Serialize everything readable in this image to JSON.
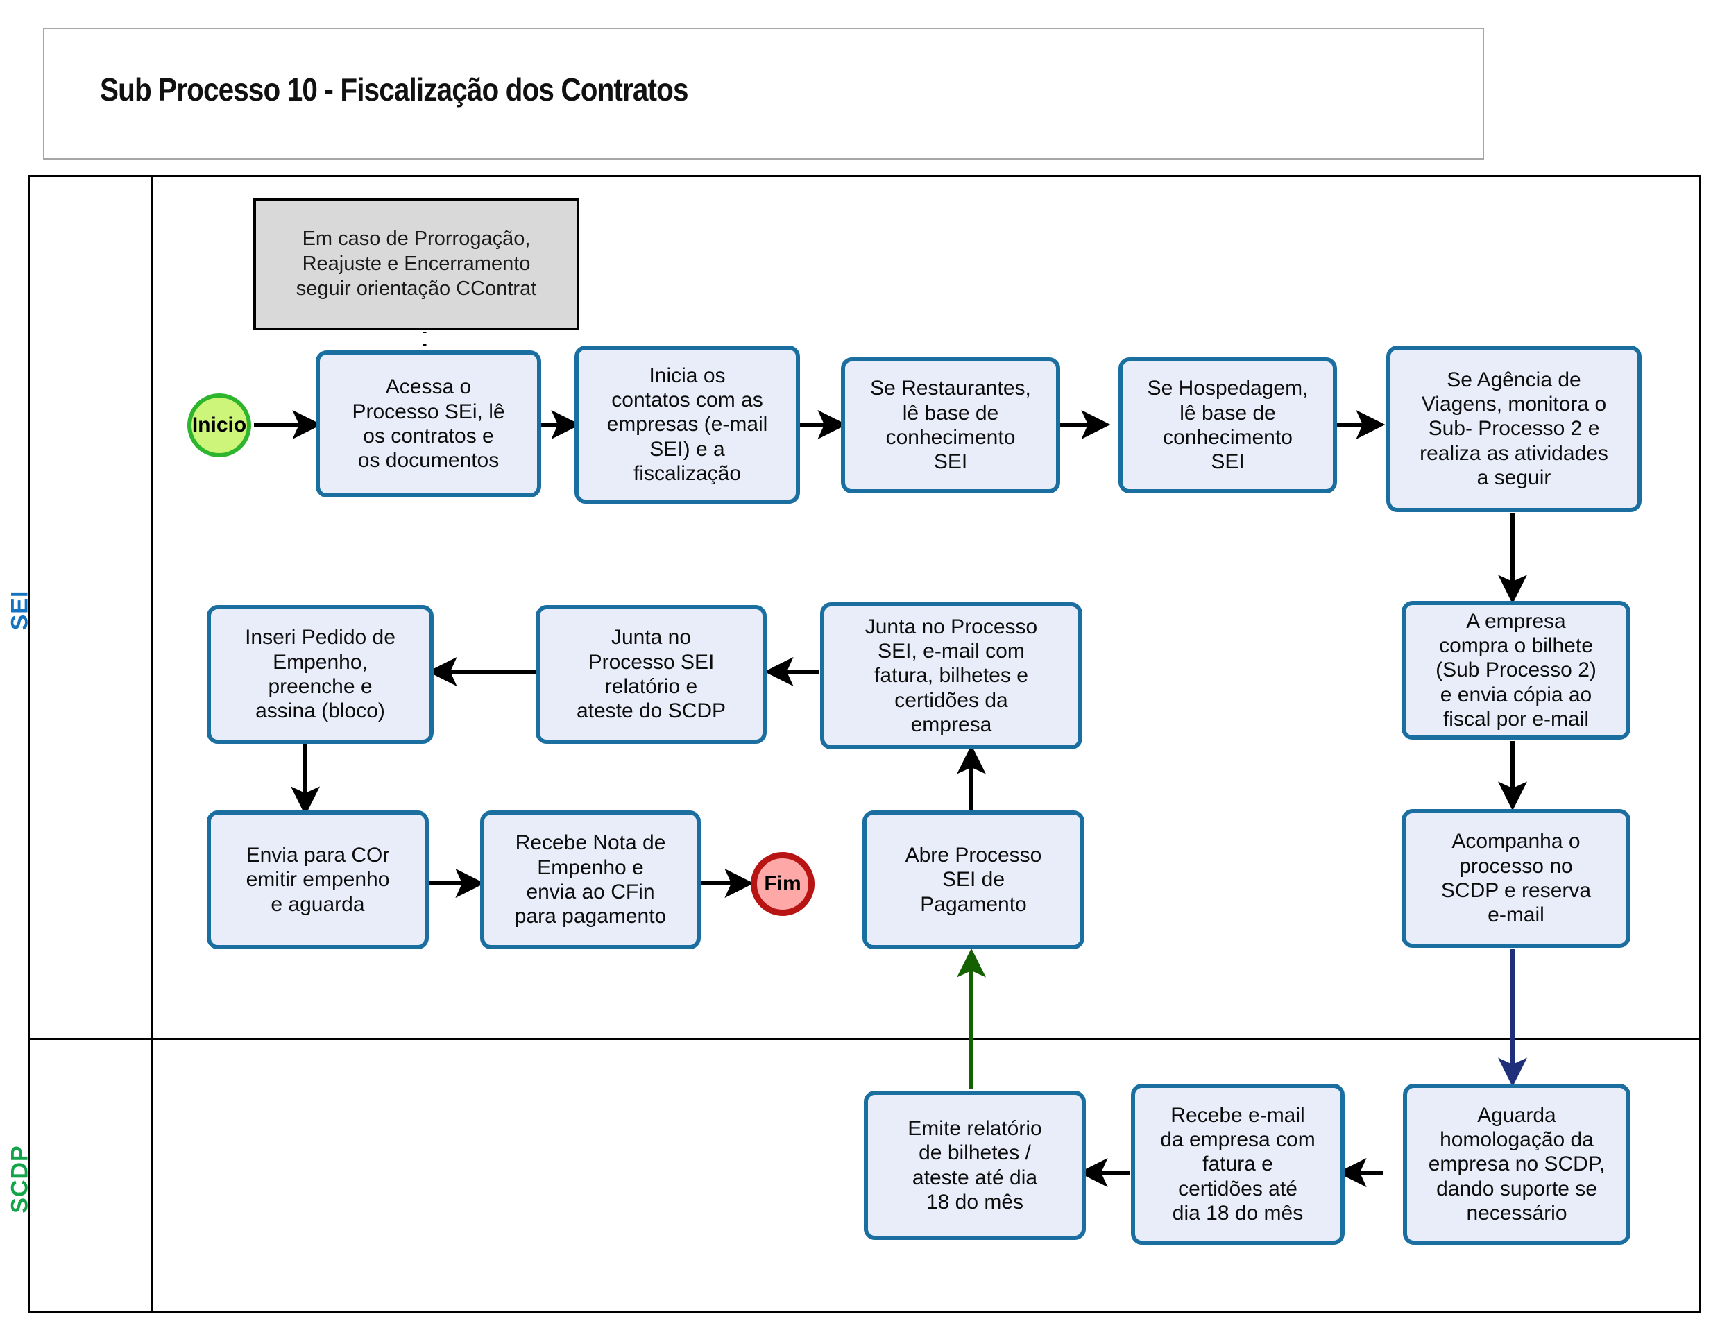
{
  "header": {
    "title": "Sub Processo 10 - Fiscalização dos Contratos"
  },
  "lanes": [
    {
      "id": "sei",
      "label": "SEI",
      "color": "#1573c0"
    },
    {
      "id": "scdp",
      "label": "SCDP",
      "color": "#13a349"
    }
  ],
  "note": {
    "text": "Em caso de Prorrogação,\nReajuste e Encerramento\nseguir orientação CContrat"
  },
  "terminators": {
    "start": {
      "label": "Inicio",
      "fill": "#ccf57a",
      "border": "#2db52d"
    },
    "end": {
      "label": "Fim",
      "fill": "#ffa8a8",
      "border": "#b81414"
    }
  },
  "node_style": {
    "fill": "#e9edf9",
    "border": "#1a6fa0"
  },
  "nodes": [
    {
      "id": "n01",
      "lane": "sei",
      "text": "Acessa o\nProcesso SEi, lê\nos contratos e\nos documentos"
    },
    {
      "id": "n02",
      "lane": "sei",
      "text": "Inicia os\ncontatos com as\nempresas (e-mail\nSEI) e a\nfiscalização"
    },
    {
      "id": "n03",
      "lane": "sei",
      "text": "Se Restaurantes,\nlê base de\nconhecimento\nSEI"
    },
    {
      "id": "n04",
      "lane": "sei",
      "text": "Se Hospedagem,\nlê base de\nconhecimento\nSEI"
    },
    {
      "id": "n05",
      "lane": "sei",
      "text": "Se Agência de\nViagens, monitora o\nSub- Processo 2 e\nrealiza as atividades\na seguir"
    },
    {
      "id": "n06",
      "lane": "sei",
      "text": "A empresa\ncompra o bilhete\n(Sub Processo 2)\ne envia cópia ao\nfiscal por e-mail"
    },
    {
      "id": "n07",
      "lane": "sei",
      "text": "Acompanha o\nprocesso no\nSCDP e reserva\ne-mail"
    },
    {
      "id": "n08",
      "lane": "scdp",
      "text": "Aguarda\nhomologação da\nempresa no SCDP,\ndando suporte se\nnecessário"
    },
    {
      "id": "n09",
      "lane": "scdp",
      "text": "Recebe e-mail\nda empresa com\nfatura e\ncertidões até\ndia 18 do mês"
    },
    {
      "id": "n10",
      "lane": "scdp",
      "text": "Emite relatório\nde bilhetes /\nateste até dia\n18 do mês"
    },
    {
      "id": "n11",
      "lane": "sei",
      "text": "Abre Processo\nSEI de\nPagamento"
    },
    {
      "id": "n12",
      "lane": "sei",
      "text": "Junta no Processo\nSEI, e-mail com\nfatura, bilhetes e\ncertidões da\nempresa"
    },
    {
      "id": "n13",
      "lane": "sei",
      "text": "Junta no\nProcesso SEI\nrelatório e\nateste do SCDP"
    },
    {
      "id": "n14",
      "lane": "sei",
      "text": "Inseri Pedido de\nEmpenho,\npreenche e\nassina (bloco)"
    },
    {
      "id": "n15",
      "lane": "sei",
      "text": "Envia para COr\nemitir empenho\ne aguarda"
    },
    {
      "id": "n16",
      "lane": "sei",
      "text": "Recebe Nota de\nEmpenho e\nenvia ao CFin\npara pagamento"
    }
  ],
  "connector_colors": {
    "default": "#000000",
    "sei_to_scdp": "#1f2f7a",
    "scdp_to_sei": "#136100"
  }
}
